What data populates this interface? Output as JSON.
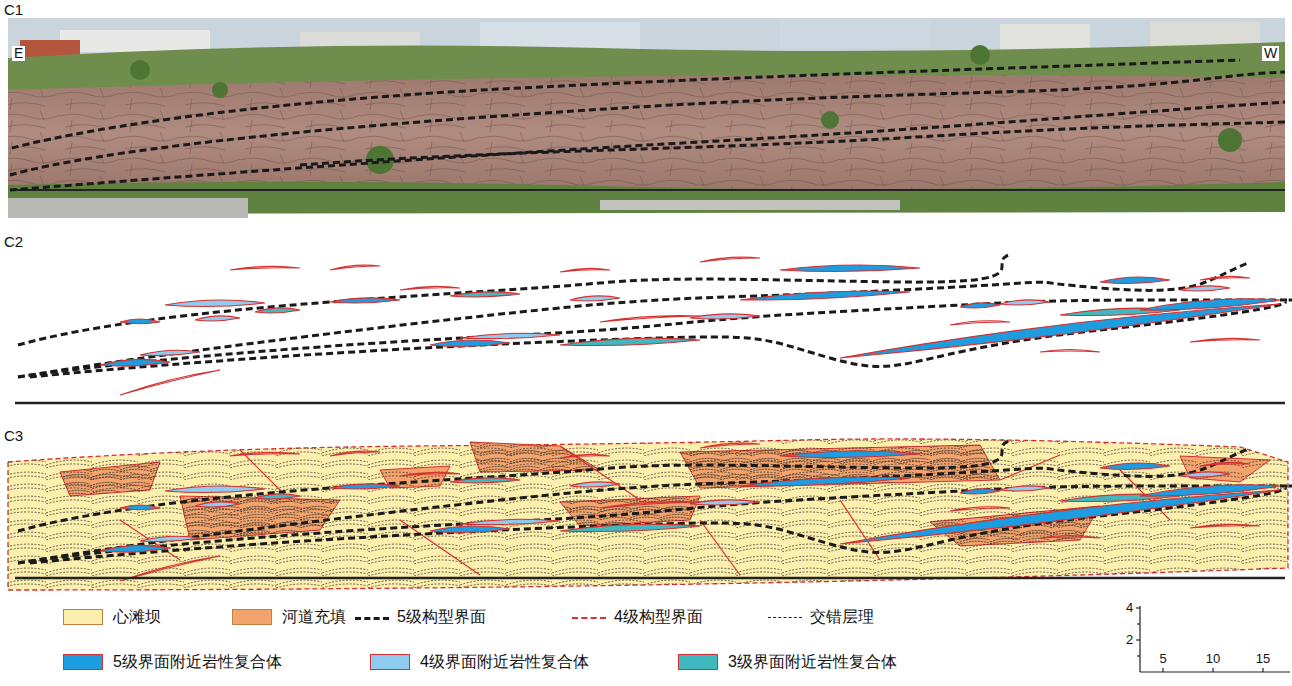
{
  "diagram": {
    "labels": [
      "C1",
      "E",
      "W",
      "C2",
      "C3",
      "4",
      "2",
      "5",
      "10",
      "15"
    ],
    "legend": [
      {
        "text": "心滩坝",
        "color": "#fdefad"
      },
      {
        "text": "河道充填",
        "color": "#f2a46c"
      },
      {
        "text": "5级构型界面"
      },
      {
        "text": "4级构型界面"
      },
      {
        "text": "交错层理"
      },
      {
        "text": "5级界面附近岩性复合体",
        "color": "#1e9ce0"
      },
      {
        "text": "4级界面附近岩性复合体",
        "color": "#8ecbef"
      },
      {
        "text": "3级界面附近岩性复合体",
        "color": "#3fb8c0"
      }
    ]
  }
}
